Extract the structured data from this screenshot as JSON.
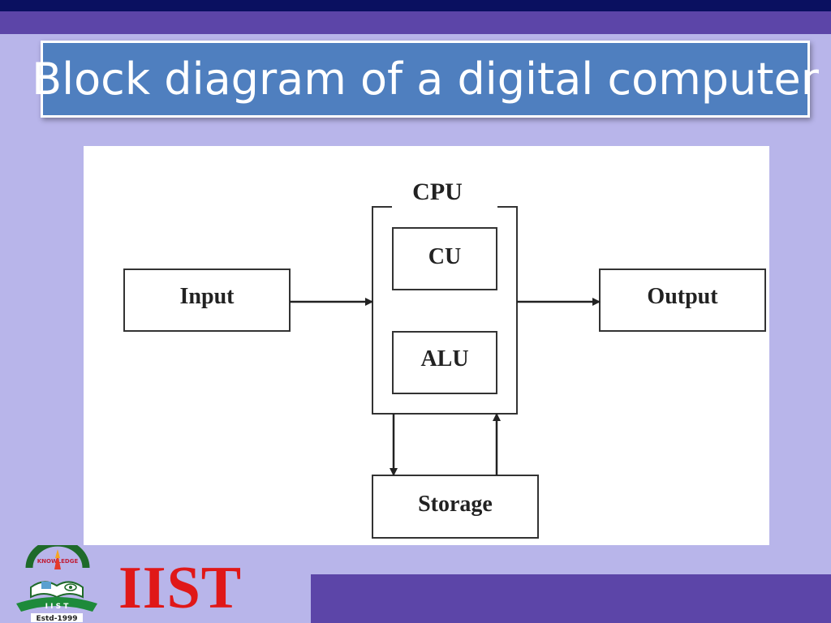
{
  "slide": {
    "title": "Block diagram of a digital computer"
  },
  "diagram": {
    "cpu_label": "CPU",
    "cu_label": "CU",
    "alu_label": "ALU",
    "input_label": "Input",
    "output_label": "Output",
    "storage_label": "Storage"
  },
  "footer": {
    "brand": "IIST",
    "logo_motto": "KNOWLEDGE IS POWER",
    "logo_est": "Estd-1999"
  },
  "colors": {
    "title_bg": "#4f7fbf",
    "slide_bg": "#b8b5ea",
    "band_purple": "#5c45a8",
    "band_dark": "#0a1060",
    "brand_red": "#e01818"
  }
}
